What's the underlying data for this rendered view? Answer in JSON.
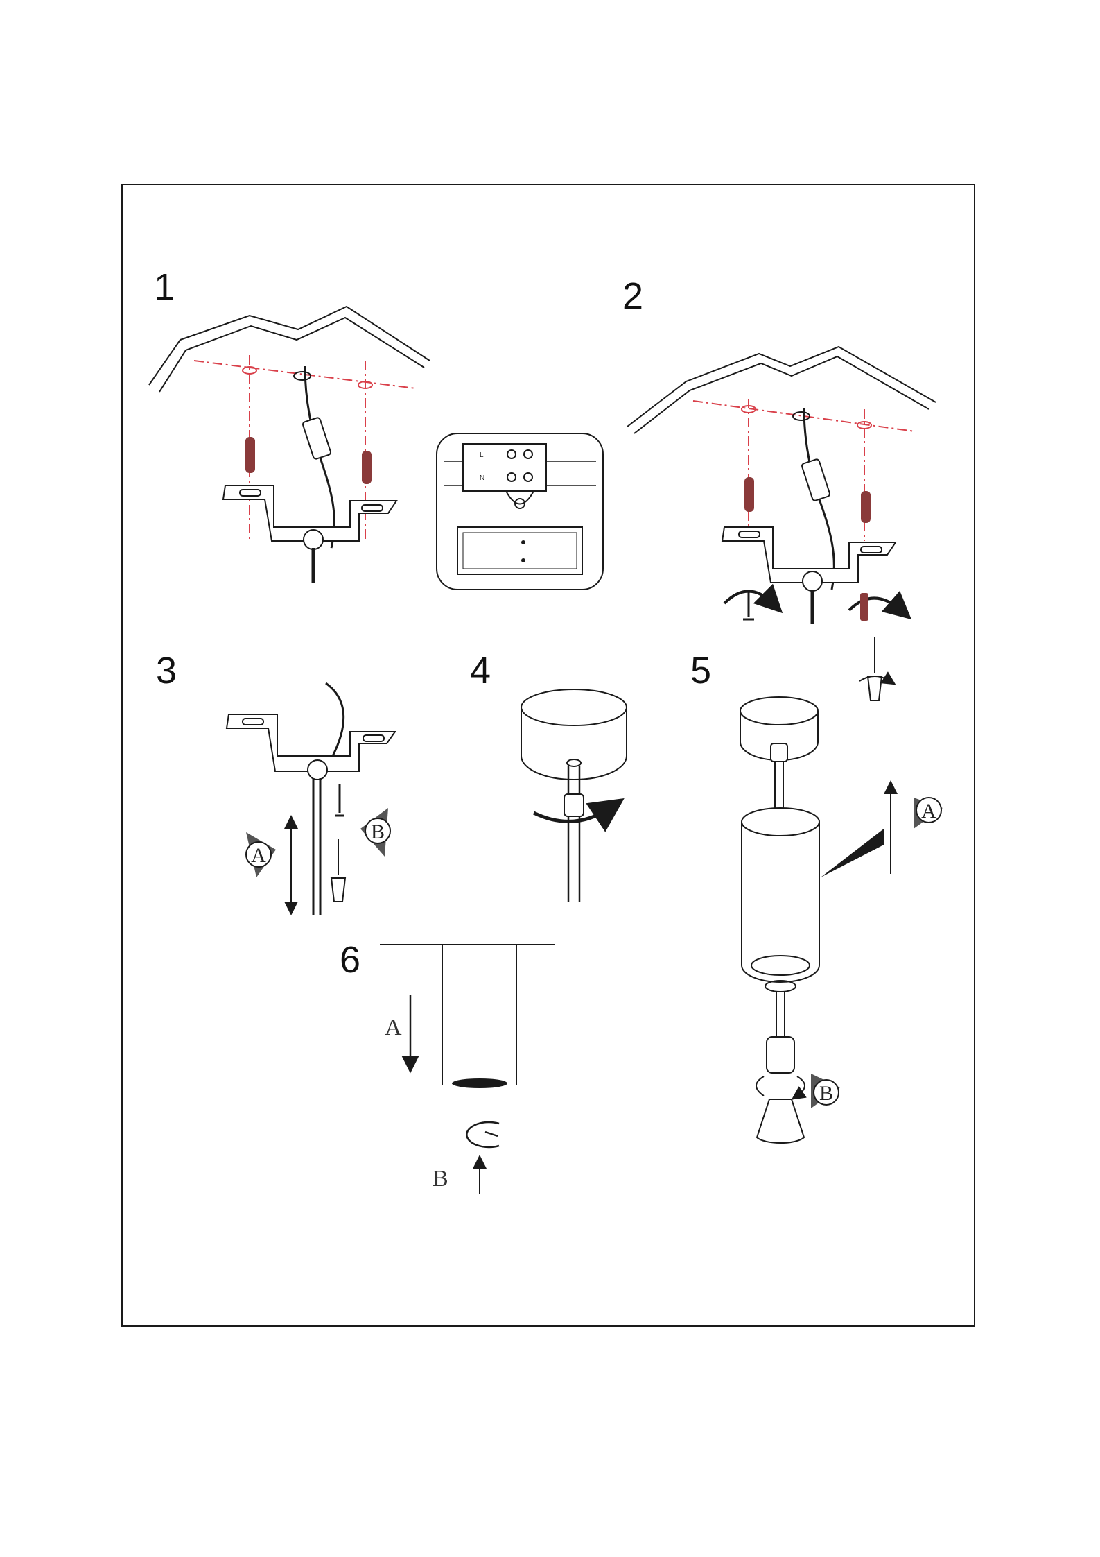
{
  "steps": [
    {
      "number": "1"
    },
    {
      "number": "2"
    },
    {
      "number": "3"
    },
    {
      "number": "4"
    },
    {
      "number": "5"
    },
    {
      "number": "6"
    }
  ],
  "terminal_labels": {
    "live": "L",
    "neutral": "N"
  },
  "markers": {
    "a": "A",
    "b": "B"
  },
  "colors": {
    "line": "#1a1a1a",
    "guide": "#d9404a",
    "screw": "#8a3a3a"
  }
}
